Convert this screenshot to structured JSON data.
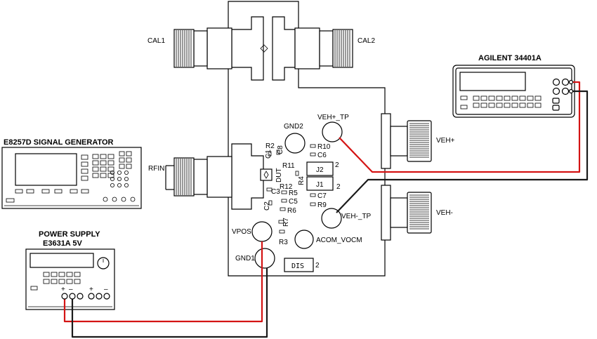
{
  "instruments": {
    "signal_generator": "E8257D SIGNAL GENERATOR",
    "power_supply_line1": "POWER SUPPLY",
    "power_supply_line2": "E3631A 5V",
    "multimeter": "AGILENT 34401A"
  },
  "power_supply_terminals": [
    "+",
    "–",
    "+",
    "–"
  ],
  "connectors": {
    "cal1": "CAL1",
    "cal2": "CAL2",
    "rfin": "RFIN",
    "veh_p": "VEH+",
    "veh_m": "VEH-"
  },
  "test_points": {
    "gnd2": "GND2",
    "veh_p_tp": "VEH+_TP",
    "veh_m_tp": "VEH-_TP",
    "vpos": "VPOS",
    "gnd1": "GND1",
    "acom_vocm": "ACOM_VOCM"
  },
  "components": {
    "r2": "R2",
    "c1": "C1",
    "c8": "C8",
    "r10": "R10",
    "c6": "C6",
    "r11": "R11",
    "dut": "DUT",
    "r12": "R12",
    "r4": "R4",
    "c3": "C3",
    "r5": "R5",
    "c5": "C5",
    "c2": "C2",
    "r6": "R6",
    "c7": "C7",
    "r9": "R9",
    "r7": "R7",
    "r3": "R3"
  },
  "jumpers": {
    "j2": "J2",
    "j1": "J1",
    "dis": "DIS",
    "j2_pin": "2",
    "j1_pin": "2",
    "dis_pin": "2"
  },
  "wire_colors": {
    "positive": "#d41414",
    "negative": "#1a1a1a"
  }
}
